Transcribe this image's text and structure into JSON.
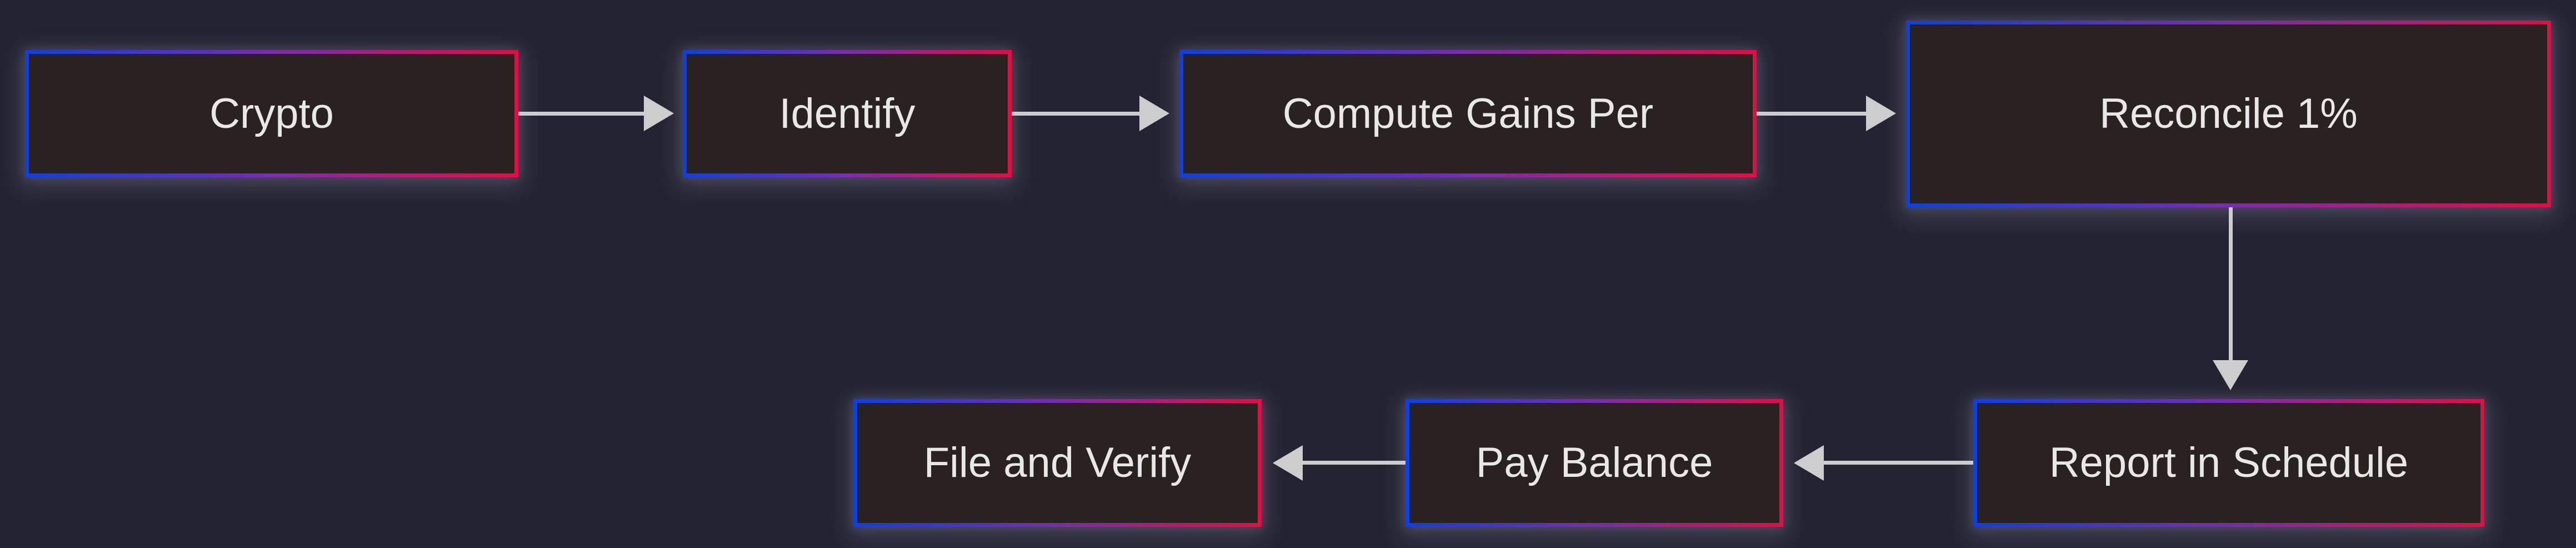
{
  "diagram": {
    "type": "flowchart",
    "nodes": [
      {
        "id": "crypto",
        "label": "Crypto"
      },
      {
        "id": "identify",
        "label": "Identify"
      },
      {
        "id": "compute",
        "label": "Compute Gains Per"
      },
      {
        "id": "reconcile",
        "label": "Reconcile 1%"
      },
      {
        "id": "report",
        "label": "Report in Schedule"
      },
      {
        "id": "pay",
        "label": "Pay Balance"
      },
      {
        "id": "file",
        "label": "File and Verify"
      }
    ],
    "edges": [
      {
        "from": "crypto",
        "to": "identify",
        "direction": "right"
      },
      {
        "from": "identify",
        "to": "compute",
        "direction": "right"
      },
      {
        "from": "compute",
        "to": "reconcile",
        "direction": "right"
      },
      {
        "from": "reconcile",
        "to": "report",
        "direction": "down"
      },
      {
        "from": "report",
        "to": "pay",
        "direction": "left"
      },
      {
        "from": "pay",
        "to": "file",
        "direction": "left"
      }
    ],
    "colors": {
      "background": "#242331",
      "node_fill": "#2A2221",
      "border_gradient_start": "#0C40E6",
      "border_gradient_end": "#E80B43",
      "arrow": "#CDCDCD",
      "text": "#E8E8E8"
    }
  }
}
